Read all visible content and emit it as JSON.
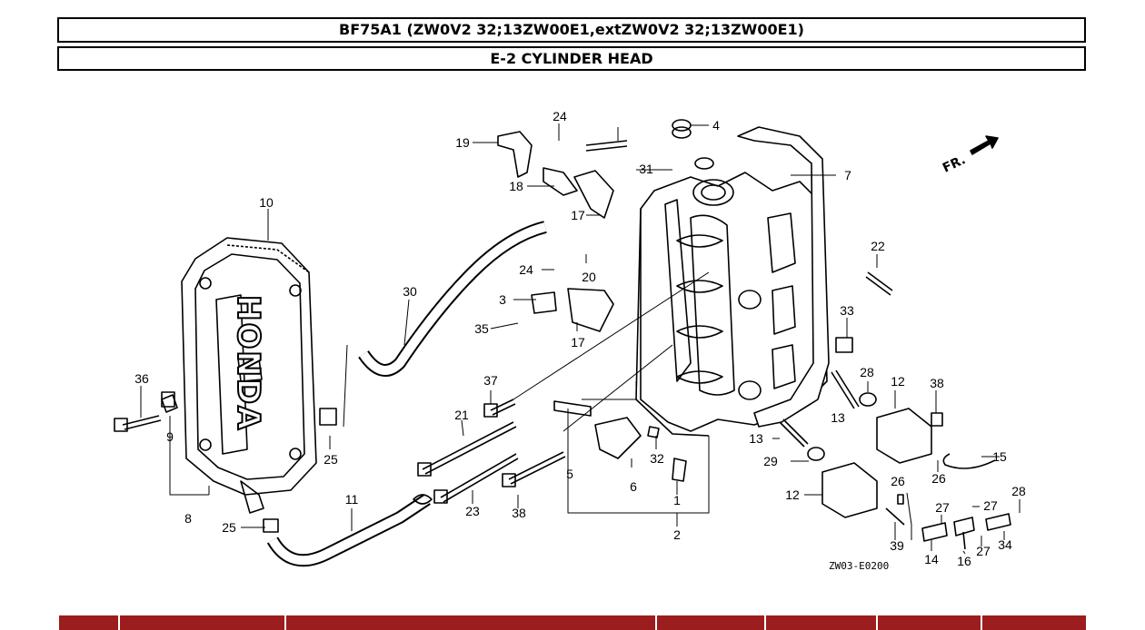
{
  "header": {
    "model_title": "BF75A1 (ZW0V2 32;13ZW00E1,extZW0V2 32;13ZW00E1)",
    "section_title": "E-2 CYLINDER HEAD"
  },
  "diagram": {
    "direction_label": "FR.",
    "brand_text": "HONDA",
    "drawing_code": "ZW03-E0200",
    "callouts": [
      "1",
      "2",
      "3",
      "4",
      "5",
      "6",
      "7",
      "8",
      "9",
      "10",
      "11",
      "12",
      "12",
      "13",
      "13",
      "14",
      "15",
      "16",
      "17",
      "17",
      "18",
      "19",
      "20",
      "21",
      "22",
      "23",
      "24",
      "24",
      "25",
      "25",
      "26",
      "26",
      "27",
      "27",
      "27",
      "28",
      "28",
      "29",
      "30",
      "31",
      "32",
      "33",
      "34",
      "35",
      "36",
      "37",
      "38",
      "38",
      "39"
    ]
  },
  "colors": {
    "bottom_bar": "#9b1d1d"
  }
}
